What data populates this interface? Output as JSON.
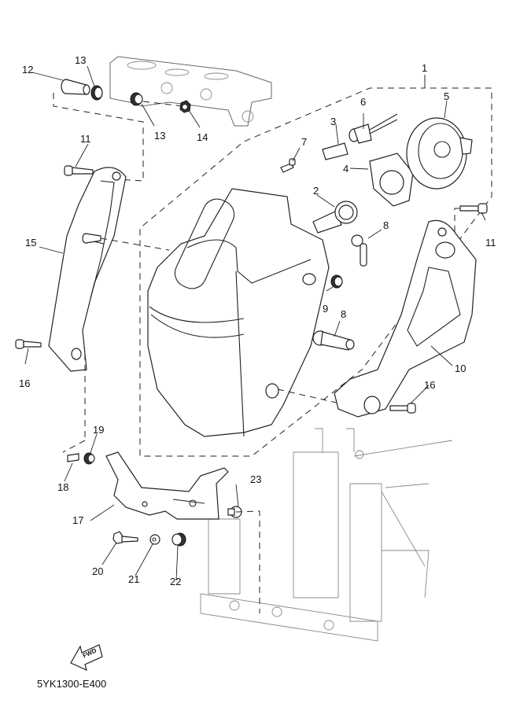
{
  "diagram": {
    "title_code": "5YK1300-E400",
    "direction_indicator": "FWD",
    "callouts": [
      {
        "num": "1",
        "part": "headlight-assembly-group"
      },
      {
        "num": "2",
        "part": "headlight-bulb"
      },
      {
        "num": "3",
        "part": "position-bulb"
      },
      {
        "num": "4",
        "part": "bulb-retainer-ring"
      },
      {
        "num": "5",
        "part": "bulb-cover"
      },
      {
        "num": "6",
        "part": "socket-cord"
      },
      {
        "num": "7",
        "part": "screw"
      },
      {
        "num": "8",
        "part": "adjusting-screw"
      },
      {
        "num": "8",
        "part": "adjusting-screw"
      },
      {
        "num": "9",
        "part": "grommet"
      },
      {
        "num": "10",
        "part": "headlight-stay-right"
      },
      {
        "num": "11",
        "part": "bolt"
      },
      {
        "num": "11",
        "part": "bolt"
      },
      {
        "num": "12",
        "part": "collar"
      },
      {
        "num": "13",
        "part": "damper"
      },
      {
        "num": "13",
        "part": "damper"
      },
      {
        "num": "14",
        "part": "nut"
      },
      {
        "num": "15",
        "part": "headlight-stay-left"
      },
      {
        "num": "16",
        "part": "bolt"
      },
      {
        "num": "16",
        "part": "bolt"
      },
      {
        "num": "17",
        "part": "bracket"
      },
      {
        "num": "18",
        "part": "collar"
      },
      {
        "num": "19",
        "part": "damper"
      },
      {
        "num": "20",
        "part": "bolt"
      },
      {
        "num": "21",
        "part": "washer"
      },
      {
        "num": "22",
        "part": "damper"
      },
      {
        "num": "23",
        "part": "collar"
      }
    ]
  }
}
